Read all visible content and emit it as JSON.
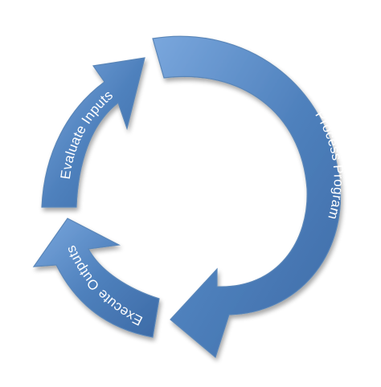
{
  "diagram": {
    "type": "cycle",
    "steps": [
      {
        "id": "process",
        "label": "Process Program"
      },
      {
        "id": "execute",
        "label": "Execute Outputs"
      },
      {
        "id": "evaluate",
        "label": "Evaluate Inputs"
      }
    ],
    "colors": {
      "arrow_light": "#7aa7dd",
      "arrow_main": "#4f81bd",
      "arrow_dark": "#3c6aa6",
      "label_text": "#ffffff",
      "background": "#ffffff"
    }
  }
}
